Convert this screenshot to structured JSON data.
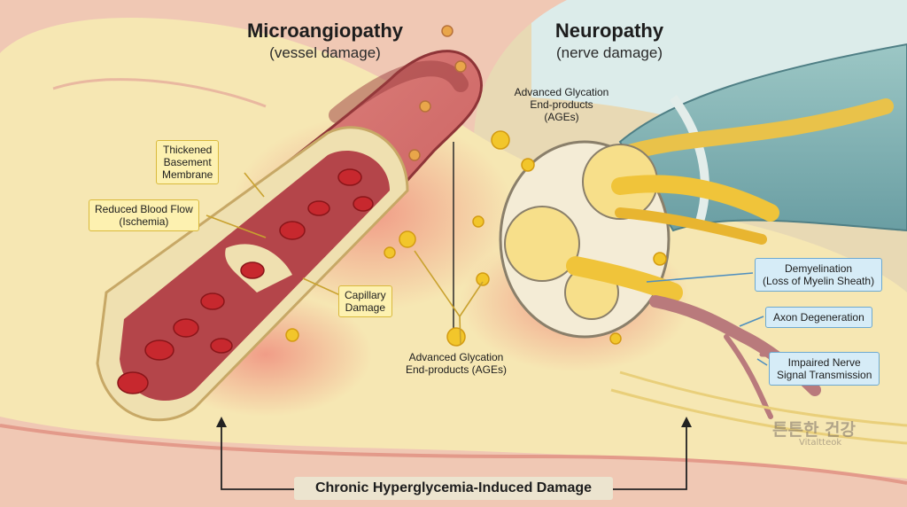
{
  "titles": {
    "left_title": "Microangiopathy",
    "left_subtitle": "(vessel damage)",
    "right_title": "Neuropathy",
    "right_subtitle": "(nerve damage)"
  },
  "labels": {
    "thickened_membrane": [
      "Thickened",
      "Basement",
      "Membrane"
    ],
    "reduced_flow": [
      "Reduced Blood Flow",
      "(Ischemia)"
    ],
    "capillary_damage": [
      "Capillary",
      "Damage"
    ],
    "ages_top": [
      "Advanced Glycation",
      "End-products",
      "(AGEs)"
    ],
    "ages_bottom": [
      "Advanced Glycation",
      "End-products (AGEs)"
    ],
    "demyelination": [
      "Demyelination",
      "(Loss of Myelin Sheath)"
    ],
    "axon_degeneration": "Axon Degeneration",
    "impaired_signal": [
      "Impaired Nerve",
      "Signal Transmission"
    ],
    "bottom_banner": "Chronic Hyperglycemia-Induced Damage"
  },
  "watermark": {
    "text": "튼튼한 건강",
    "sub": "Vitaltteok"
  },
  "colors": {
    "vessel": "#c4585a",
    "blood_cell": "#c7282e",
    "age_particle": "#f2c62b",
    "skin": "#f6e7b3",
    "nerve_sheath": "#86b6b7",
    "callout_yellow": "#fdf1b0",
    "callout_blue": "#d6ecf7"
  }
}
